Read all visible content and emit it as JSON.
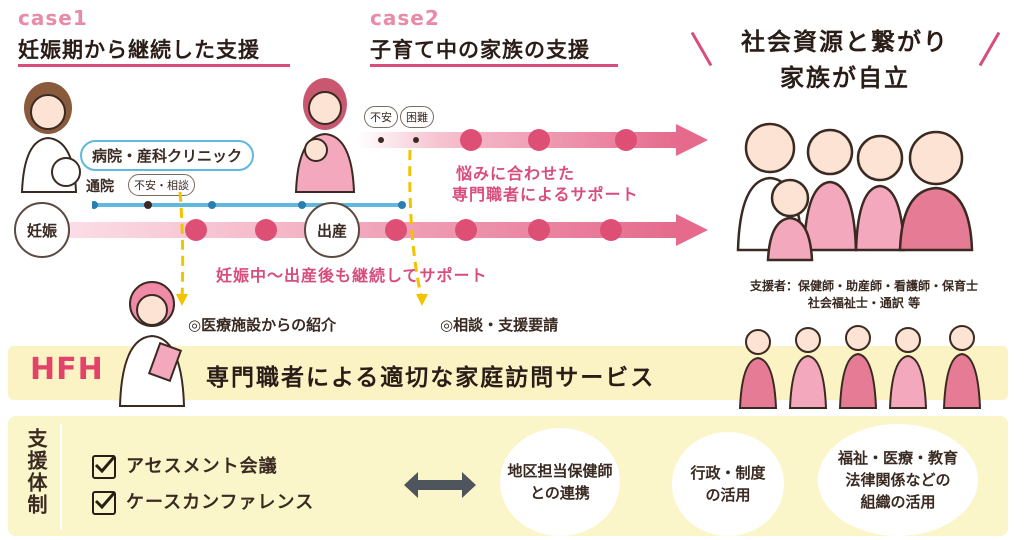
{
  "case1": {
    "tag": "case1",
    "title": "妊娠期から継続した支援"
  },
  "case2": {
    "tag": "case2",
    "title": "子育て中の家族の支援"
  },
  "goal": {
    "line1": "社会資源と繋がり",
    "line2": "家族が自立"
  },
  "timeline": {
    "hospital": "病院・産科クリニック",
    "visit": "通院",
    "bubble_anxiety_consult": "不安・相談",
    "bubble_anxiety": "不安",
    "bubble_difficulty": "困難",
    "pregnancy": "妊娠",
    "birth": "出産",
    "upper_support_line1": "悩みに合わせた",
    "upper_support_line2": "専門職者によるサポート",
    "lower_support": "妊娠中〜出産後も継続してサポート",
    "referral_medical": "◎医療施設からの紹介",
    "referral_consult": "◎相談・支援要請"
  },
  "supporters": {
    "line1": "支援者：保健師・助産師・看護師・保育士",
    "line2": "社会福祉士・通訳 等"
  },
  "hfh": {
    "label": "HFH",
    "service": "専門職者による適切な家庭訪問サービス"
  },
  "support_system": {
    "heading": "支援体制",
    "items": [
      "アセスメント会議",
      "ケースカンファレンス"
    ],
    "circles": [
      {
        "line1": "地区担当保健師",
        "line2": "との連携"
      },
      {
        "line1": "行政・制度",
        "line2": "の活用"
      },
      {
        "line1": "福祉・医療・教育",
        "line2": "法律関係などの",
        "line3": "組織の活用"
      }
    ]
  },
  "icons": {
    "woman": "pregnant-woman-icon",
    "mother": "mother-with-baby-icon",
    "nurse": "nurse-icon",
    "family": "family-icon",
    "staff": "staff-group-icon",
    "arrow": "double-arrow-icon",
    "check": "checkbox-icon"
  },
  "colors": {
    "pink": "#de4f76",
    "light_pink": "#f4b7c8",
    "blue": "#5fb8df",
    "yellow": "#fbf3c3"
  }
}
